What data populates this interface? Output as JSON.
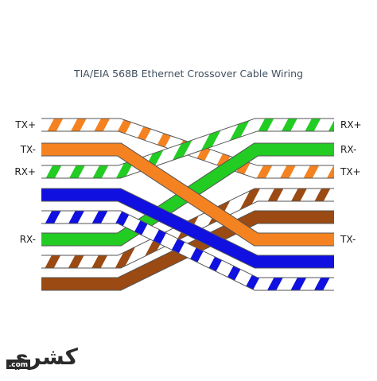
{
  "title": "TIA/EIA 568B Ethernet Crossover Cable Wiring",
  "left_labels": [
    "TX+",
    "TX-",
    "RX+",
    "",
    "",
    "RX-",
    "",
    ""
  ],
  "right_labels": [
    "RX+",
    "RX-",
    "TX+",
    "",
    "",
    "TX-",
    "",
    ""
  ],
  "watermark": "كشري",
  "watermark_small": ".com",
  "colors": {
    "orange": "#f58220",
    "green": "#22cc22",
    "blue": "#1010e0",
    "brown": "#9a4a12",
    "white": "#ffffff",
    "outline": "#555555"
  },
  "wires": [
    {
      "name": "white-orange",
      "color": "orange",
      "striped": true,
      "left_pin": 1,
      "right_pin": 3
    },
    {
      "name": "orange",
      "color": "orange",
      "striped": false,
      "left_pin": 2,
      "right_pin": 6
    },
    {
      "name": "white-green",
      "color": "green",
      "striped": true,
      "left_pin": 3,
      "right_pin": 1
    },
    {
      "name": "blue",
      "color": "blue",
      "striped": false,
      "left_pin": 4,
      "right_pin": 7
    },
    {
      "name": "white-blue",
      "color": "blue",
      "striped": true,
      "left_pin": 5,
      "right_pin": 8
    },
    {
      "name": "green",
      "color": "green",
      "striped": false,
      "left_pin": 6,
      "right_pin": 2
    },
    {
      "name": "white-brown",
      "color": "brown",
      "striped": true,
      "left_pin": 7,
      "right_pin": 4
    },
    {
      "name": "brown",
      "color": "brown",
      "striped": false,
      "left_pin": 8,
      "right_pin": 5
    }
  ]
}
